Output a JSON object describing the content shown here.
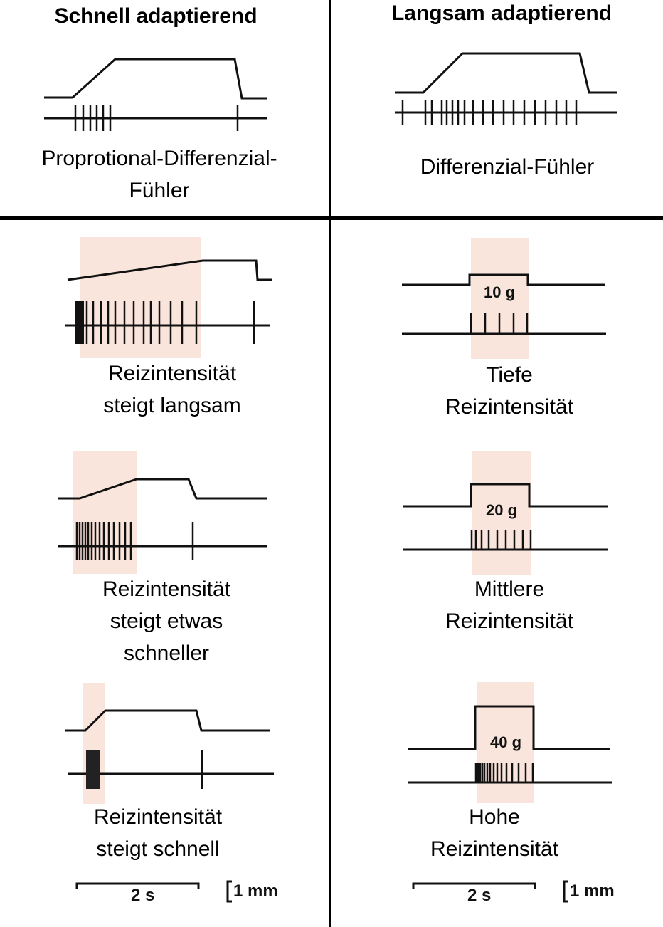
{
  "columns": {
    "left": {
      "header": "Schnell adaptierend",
      "sensor": "Proprotional-Differenzial-\nFühler"
    },
    "right": {
      "header": "Langsam adaptierend",
      "sensor": "Differenzial-Fühler"
    }
  },
  "panels": {
    "left": [
      {
        "label": "Reizintensität\nsteigt langsam"
      },
      {
        "label": "Reizintensität\nsteigt etwas\nschneller"
      },
      {
        "label": "Reizintensität\nsteigt schnell"
      }
    ],
    "right": [
      {
        "weight": "10 g",
        "label": "Tiefe\nReizintensität"
      },
      {
        "weight": "20 g",
        "label": "Mittlere\nReizintensität"
      },
      {
        "weight": "40 g",
        "label": "Hohe\nReizintensität"
      }
    ]
  },
  "scale": {
    "time": "2 s",
    "amplitude": "1 mm"
  },
  "colors": {
    "highlight": "#fae5dc",
    "trace": "#111111"
  }
}
